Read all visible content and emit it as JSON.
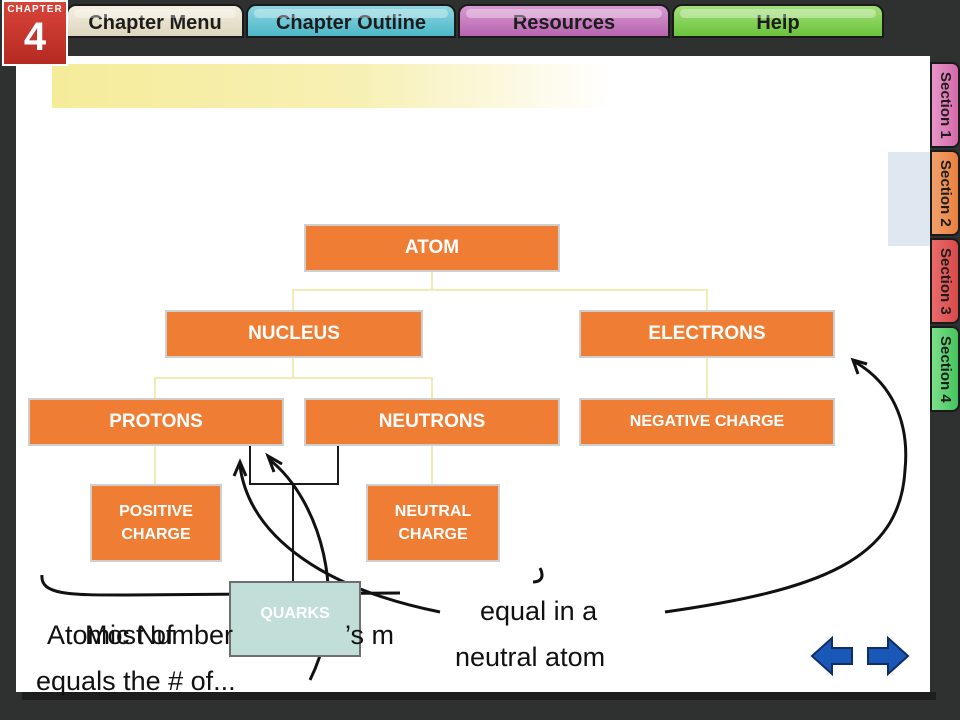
{
  "header": {
    "chapter_word": "CHAPTER",
    "chapter_number": "4",
    "tabs": [
      {
        "label": "Chapter Menu"
      },
      {
        "label": "Chapter Outline"
      },
      {
        "label": "Resources"
      },
      {
        "label": "Help"
      }
    ]
  },
  "sections": [
    {
      "label": "Section 1"
    },
    {
      "label": "Section 2"
    },
    {
      "label": "Section 3"
    },
    {
      "label": "Section 4"
    }
  ],
  "concept_map": {
    "atom": "ATOM",
    "nucleus": "NUCLEUS",
    "electrons": "ELECTRONS",
    "protons": "PROTONS",
    "neutrons": "NEUTRONS",
    "negative_charge": "NEGATIVE CHARGE",
    "positive_charge": "POSITIVE CHARGE",
    "neutral_charge": "NEUTRAL CHARGE",
    "quarks": "QUARKS"
  },
  "overlay_text": {
    "atomic_number": "Atomic Number",
    "most_of": "Most of",
    "partial_s": "’s m",
    "equals_the": "equals the # of...",
    "equal_in_a": "equal in a",
    "neutral_atom": "neutral atom"
  },
  "colors": {
    "box_fill": "#ef7d33",
    "quarks_fill": "#c2ded8",
    "nav_arrow": "#1a58b8"
  },
  "icons": {
    "prev": "arrow-left-icon",
    "next": "arrow-right-icon"
  }
}
